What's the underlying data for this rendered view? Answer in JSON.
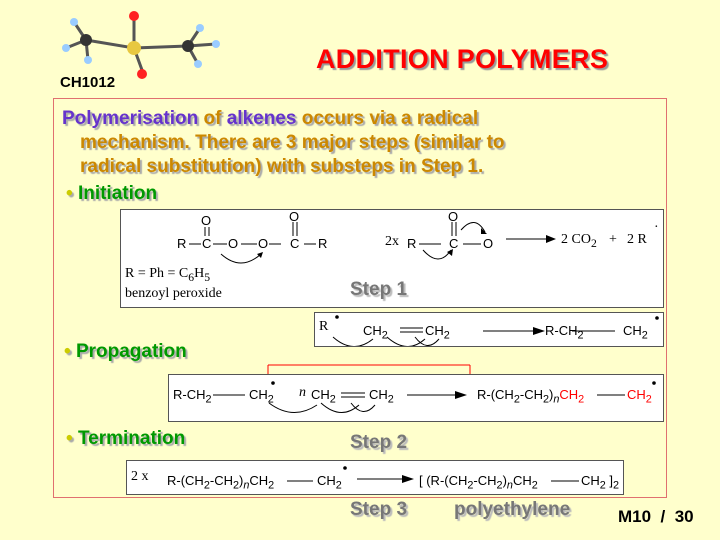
{
  "header": {
    "course_code": "CH1012",
    "title": "ADDITION POLYMERS"
  },
  "intro": {
    "term1": "Polymerisation",
    "mid1": " of ",
    "term2": "alkenes",
    "rest_line1": " occurs via a radical",
    "line2": "mechanism. There are 3 major steps (similar to",
    "line3": "radical substitution) with substeps in Step 1."
  },
  "bullets": {
    "initiation": "Initiation",
    "propagation": "Propagation",
    "termination": "Termination"
  },
  "steps": {
    "step1": "Step 1",
    "step2": "Step 2",
    "step3": "Step 3",
    "polymer_name": "polyethylene"
  },
  "initiation_box": {
    "r_def": "R = Ph = C",
    "r_def_sub1": "6",
    "r_def_h": "H",
    "r_def_sub2": "5",
    "compound_name": "benzoyl peroxide",
    "o": "O",
    "c": "C",
    "r": "R",
    "coeff": "2x",
    "products": "2 CO",
    "products_sub": "2",
    "plus": "+",
    "products2": "2 R"
  },
  "propagation_box1": {
    "r": "R",
    "ch2": "CH",
    "sub2": "2",
    "rch2": "R-CH"
  },
  "propagation_box2": {
    "rch2": "R-CH",
    "ch2": "CH",
    "sub2": "2",
    "n": "n",
    "chain": "R-(CH",
    "chain_mid": "-CH",
    "chain_end": ")",
    "chain_n": "n"
  },
  "termination_box": {
    "coeff": "2 x",
    "chain": "R-(CH",
    "chain_mid": "-CH",
    "chain_end": ")",
    "n": "n",
    "ch2": "CH",
    "sub2": "2",
    "bracket_open": "[ (R-(CH",
    "bracket_close": " ]",
    "bracket_sub": "2"
  },
  "footer": {
    "slide_label": "M10",
    "separator": "/",
    "total": "30"
  },
  "colors": {
    "background": "#ffffcc",
    "title": "#ff0000",
    "intro_text": "#cc8800",
    "intro_highlight": "#6633cc",
    "bullet_text": "#009900",
    "highlight_bond": "#ff0000"
  }
}
